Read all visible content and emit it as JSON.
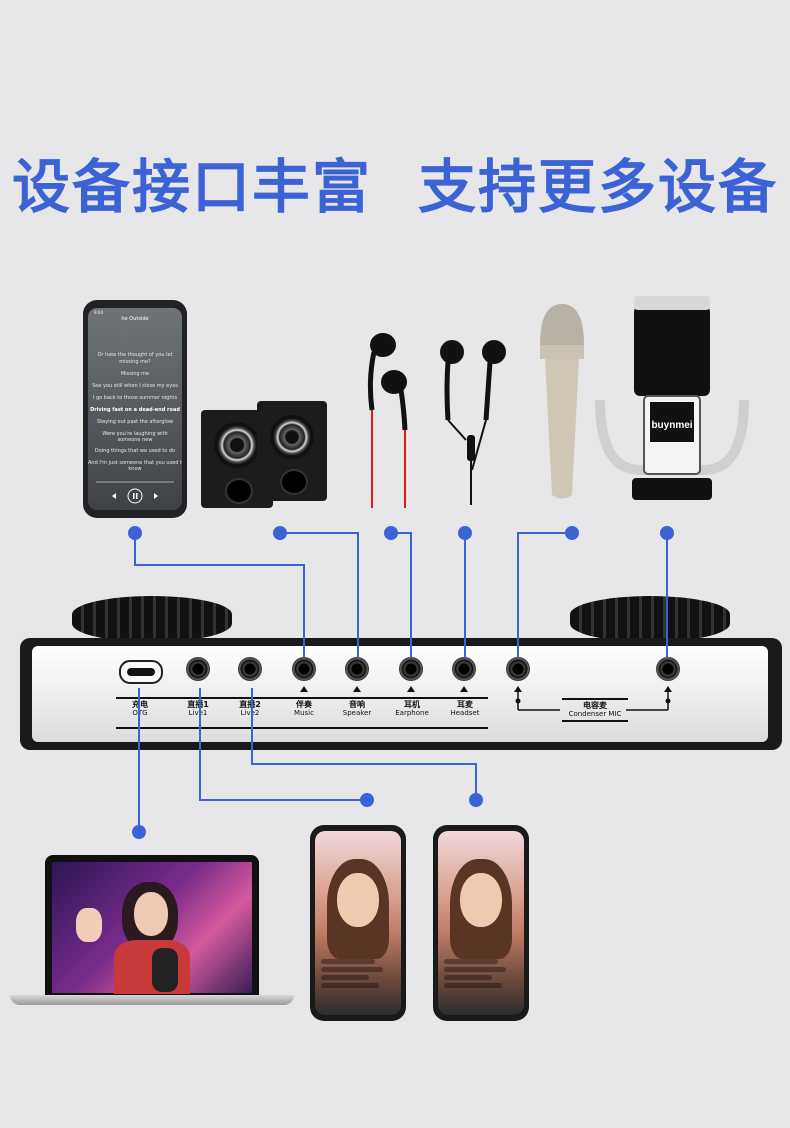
{
  "headline": {
    "left": "设备接口丰富",
    "right": "支持更多设备"
  },
  "colors": {
    "accent": "#3b63d6",
    "wire": "#3b63d6",
    "background": "#e7e7e9"
  },
  "top_phone": {
    "time": "9:04",
    "song_title": "he Outside",
    "lyrics": [
      "Or hate the thought of you let",
      "missing me?",
      "Missing me",
      "See you still when I close my eyes",
      "I go back to those summer nights",
      "Driving fast on a dead-end road",
      "Staying out past the afterglow",
      "Were you're laughing with",
      "someone new",
      "Doing things that we used to do",
      "And I'm just someone that you used to",
      "know"
    ],
    "highlight_index": 5
  },
  "microphone_brand": "buynmei",
  "ports": [
    {
      "cn": "充电",
      "en": "OTG"
    },
    {
      "cn": "直播1",
      "en": "Live1"
    },
    {
      "cn": "直播2",
      "en": "Live2"
    },
    {
      "cn": "伴奏",
      "en": "Music"
    },
    {
      "cn": "音响",
      "en": "Speaker"
    },
    {
      "cn": "耳机",
      "en": "Earphone"
    },
    {
      "cn": "耳麦",
      "en": "Headset"
    }
  ],
  "condenser": {
    "cn": "电容麦",
    "en": "Condenser MIC"
  }
}
